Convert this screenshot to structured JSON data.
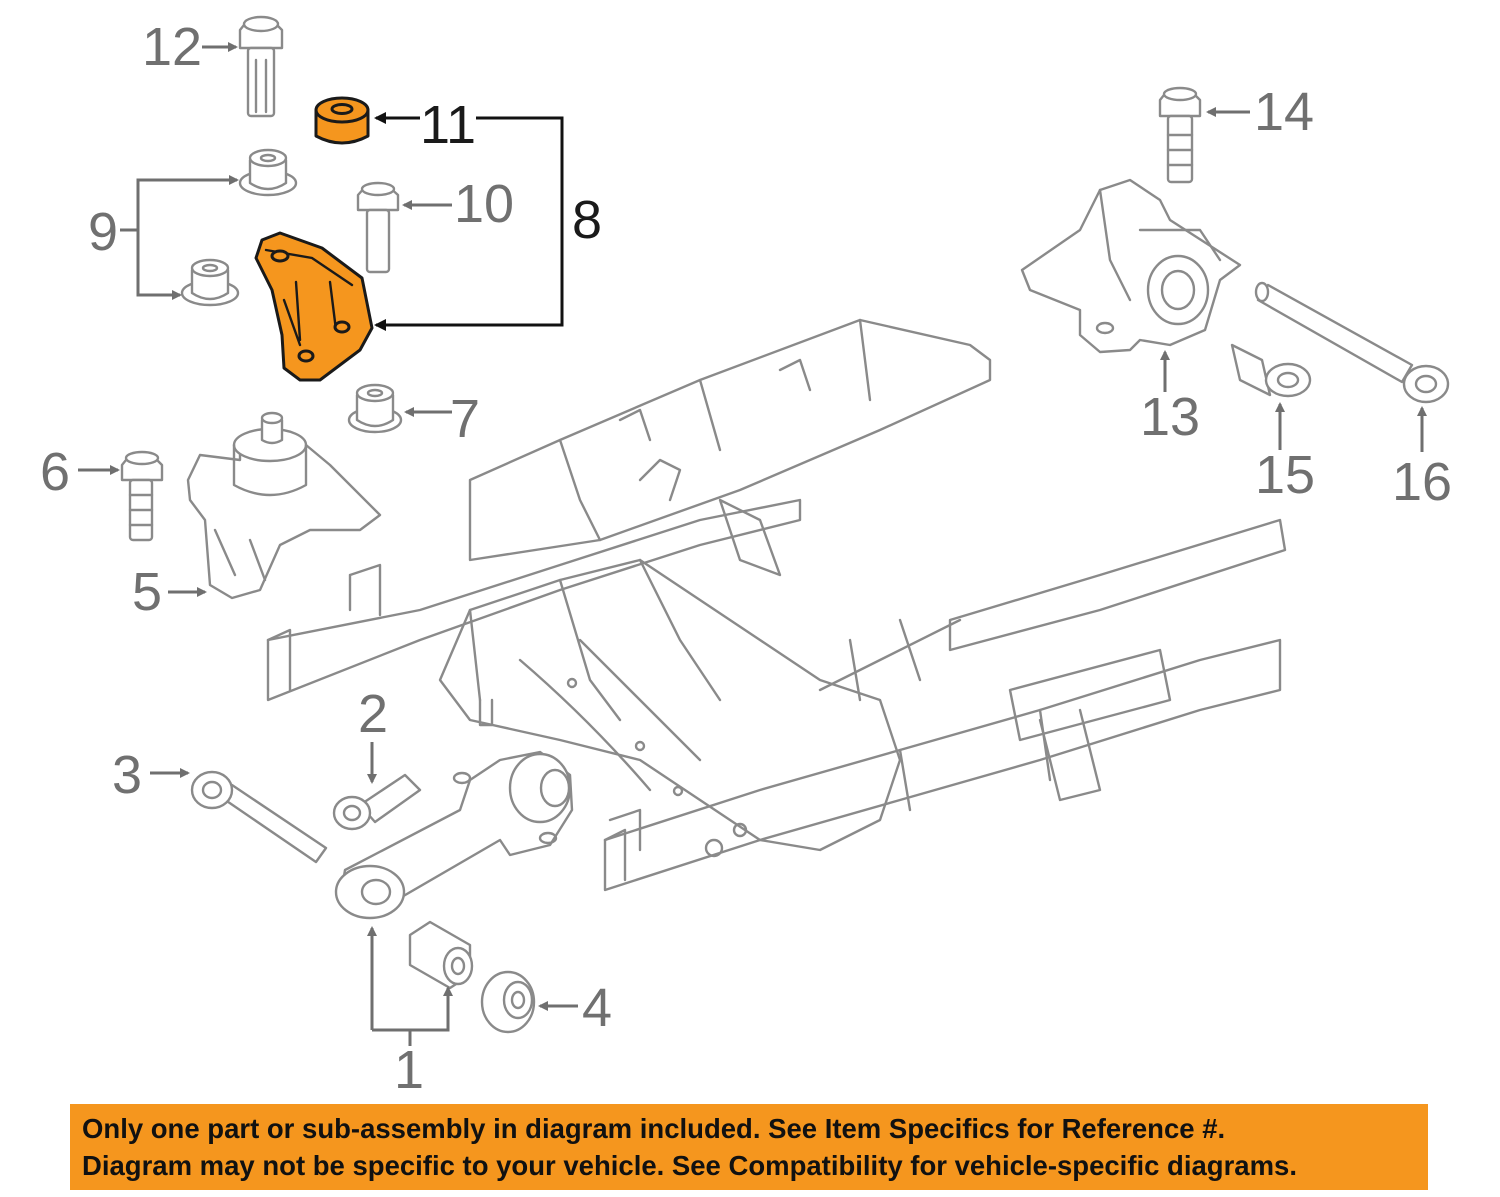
{
  "callouts": {
    "c1": "1",
    "c2": "2",
    "c3": "3",
    "c4": "4",
    "c5": "5",
    "c6": "6",
    "c7": "7",
    "c8": "8",
    "c9": "9",
    "c10": "10",
    "c11": "11",
    "c12": "12",
    "c13": "13",
    "c14": "14",
    "c15": "15",
    "c16": "16"
  },
  "highlighted_parts": [
    "8",
    "11"
  ],
  "colors": {
    "highlight_fill": "#f5961e",
    "line_art": "#8a8a8a",
    "banner_background": "#f5961e",
    "banner_text": "#111111"
  },
  "notice": {
    "line1": "Only one part or sub-assembly in diagram included. See Item Specifics for Reference #.",
    "line2": "Diagram may not be specific to your vehicle. See Compatibility for vehicle-specific diagrams."
  }
}
